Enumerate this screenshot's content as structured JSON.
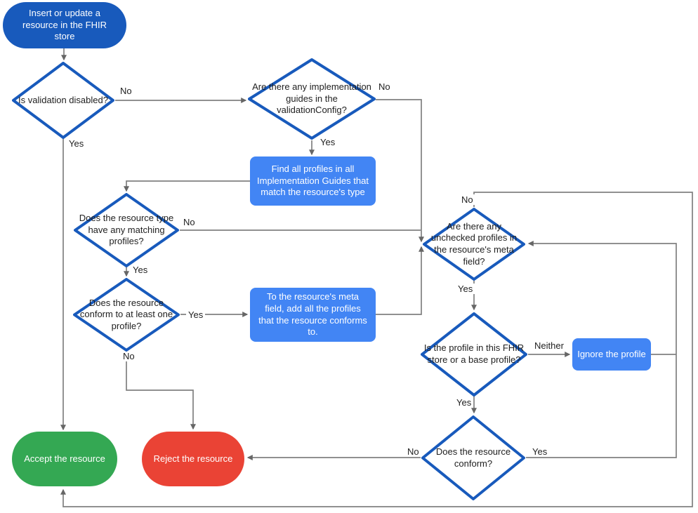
{
  "colors": {
    "primary_blue": "#185abc",
    "action_blue": "#4285f4",
    "accept_green": "#34a853",
    "reject_red": "#ea4335",
    "connector_gray": "#808080",
    "arrowhead_gray": "#666666",
    "text_dark": "#212121",
    "text_light": "#ffffff"
  },
  "nodes": {
    "start": "Insert or update a resource in the FHIR store",
    "validation_disabled": "Is validation disabled?",
    "implementation_guides": "Are there any implementation guides in the validationConfig?",
    "find_profiles": "Find all profiles in all Implementation Guides that match the resource's type",
    "matching_profiles": "Does the resource type have any matching profiles?",
    "conform_one_profile": "Does the resource conform to at least one profile?",
    "add_profiles_meta": "To the resource's meta field, add all the profiles that the resource conforms to.",
    "unchecked_profiles": "Are there any unchecked profiles in the resource's meta field?",
    "profile_in_store": "Is the profile in this FHIR store or a base profile?",
    "ignore_profile": "Ignore the profile",
    "does_conform": "Does the resource conform?",
    "accept": "Accept the resource",
    "reject": "Reject the resource"
  },
  "edge_labels": {
    "validation_no": "No",
    "validation_yes": "Yes",
    "guides_no": "No",
    "guides_yes": "Yes",
    "matching_no": "No",
    "matching_yes": "Yes",
    "conform_one_yes": "Yes",
    "conform_one_no": "No",
    "unchecked_no": "No",
    "unchecked_yes": "Yes",
    "neither": "Neither",
    "profile_store_yes": "Yes",
    "does_conform_no": "No",
    "does_conform_yes": "Yes"
  }
}
